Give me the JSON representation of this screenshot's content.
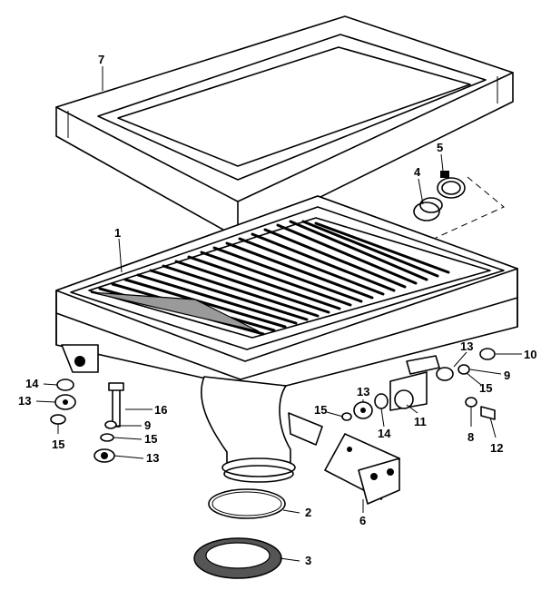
{
  "callouts": [
    {
      "id": "c7",
      "text": "7"
    },
    {
      "id": "c5",
      "text": "5"
    },
    {
      "id": "c4",
      "text": "4"
    },
    {
      "id": "c1",
      "text": "1"
    },
    {
      "id": "c13a",
      "text": "13"
    },
    {
      "id": "c10",
      "text": "10"
    },
    {
      "id": "c9a",
      "text": "9"
    },
    {
      "id": "c15a",
      "text": "15"
    },
    {
      "id": "c14a",
      "text": "14"
    },
    {
      "id": "c13b",
      "text": "13"
    },
    {
      "id": "c16",
      "text": "16"
    },
    {
      "id": "c9b",
      "text": "9"
    },
    {
      "id": "c15b",
      "text": "15"
    },
    {
      "id": "c15c",
      "text": "15"
    },
    {
      "id": "c13c",
      "text": "13"
    },
    {
      "id": "c15d",
      "text": "15"
    },
    {
      "id": "c13d",
      "text": "13"
    },
    {
      "id": "c14b",
      "text": "14"
    },
    {
      "id": "c11",
      "text": "11"
    },
    {
      "id": "c8",
      "text": "8"
    },
    {
      "id": "c12",
      "text": "12"
    },
    {
      "id": "c2",
      "text": "2"
    },
    {
      "id": "c6",
      "text": "6"
    },
    {
      "id": "c3",
      "text": "3"
    }
  ]
}
